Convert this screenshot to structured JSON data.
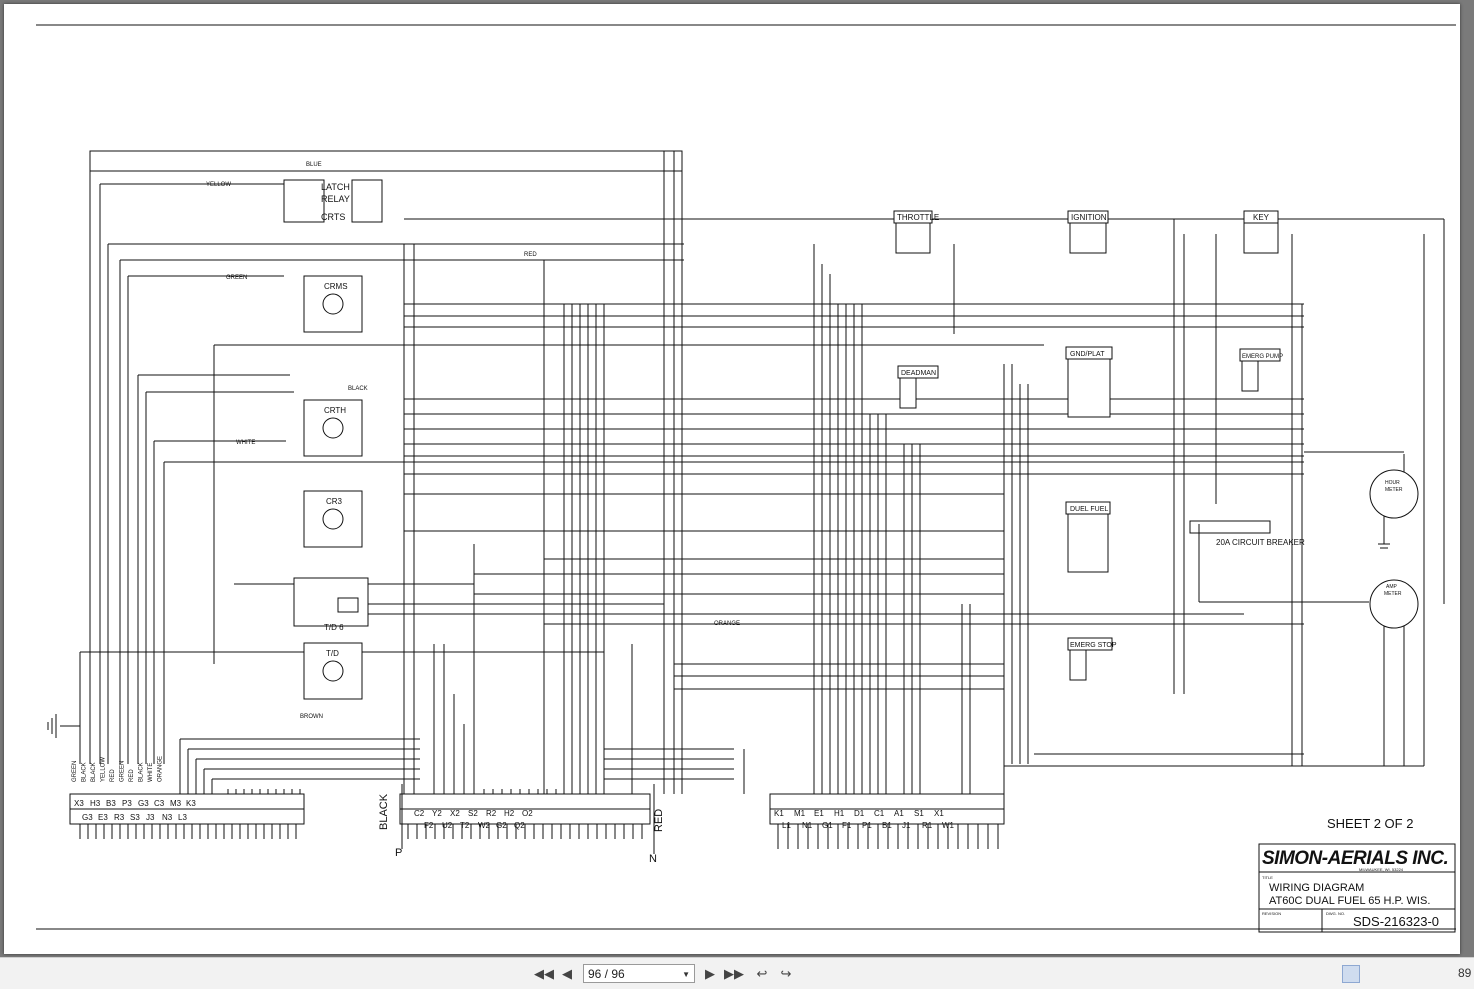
{
  "viewer": {
    "page_indicator": "96 / 96",
    "zoom": "89"
  },
  "drawing": {
    "company": "SIMON-AERIALS INC.",
    "address": "MILWAUKEE, WI. 53224",
    "title_label": "TITLE",
    "title_line1": "WIRING DIAGRAM",
    "title_line2": "AT60C DUAL FUEL 65 H.P. WIS.",
    "revision_label": "REVISION",
    "dwg_label": "DWG. NO.",
    "dwg_no": "SDS-216323-0",
    "sheet": "SHEET 2 OF 2"
  },
  "components": {
    "latch_relay": [
      "LATCH",
      "RELAY",
      "CRTS"
    ],
    "crms": "CRMS",
    "crth": "CRTH",
    "cr3": "CR3",
    "td": "T/D",
    "td6": "T/D 6",
    "throttle": "THROTTLE",
    "ignition": "IGNITION",
    "key": "KEY",
    "deadman": "DEADMAN",
    "gnd_plat": "GND/PLAT",
    "emerg_pump": "EMERG PUMP",
    "duel_fuel": "DUEL FUEL",
    "emerg_stop": "EMERG STOP",
    "circuit_breaker": "20A CIRCUIT BREAKER",
    "hour_meter": [
      "HOUR",
      "METER"
    ],
    "amp_meter": [
      "AMP",
      "METER"
    ]
  },
  "wire_colors": {
    "yellow": "YELLOW",
    "blue": "BLUE",
    "green": "GREEN",
    "red": "RED",
    "black": "BLACK",
    "white": "WHITE",
    "brown": "BROWN",
    "orange": "ORANGE"
  },
  "terminals": {
    "left_top": [
      "X3",
      "H3",
      "B3",
      "P3",
      "G3",
      "C3",
      "M3",
      "K3"
    ],
    "left_bottom": [
      "G3",
      "E3",
      "R3",
      "S3",
      "J3",
      "N3",
      "L3"
    ],
    "left_wires": [
      "GREEN",
      "BLACK",
      "BLACK",
      "YELLOW",
      "RED",
      "GREEN",
      "RED",
      "BLACK",
      "WHITE",
      "ORANGE"
    ],
    "mid_top": [
      "C2",
      "Y2",
      "X2",
      "S2",
      "R2",
      "H2",
      "O2"
    ],
    "mid_bottom": [
      "F2",
      "U2",
      "T2",
      "W2",
      "G2",
      "Q2"
    ],
    "right_top": [
      "K1",
      "M1",
      "E1",
      "H1",
      "D1",
      "C1",
      "A1",
      "S1",
      "X1"
    ],
    "right_bottom": [
      "L1",
      "N1",
      "G1",
      "F1",
      "P1",
      "B1",
      "J1",
      "R1",
      "W1"
    ]
  },
  "labels": {
    "black": "BLACK",
    "red": "RED",
    "p": "P",
    "n": "N"
  },
  "colors": {
    "ink": "#111111",
    "paper": "#ffffff",
    "viewer_bg": "#7a7a7a"
  }
}
